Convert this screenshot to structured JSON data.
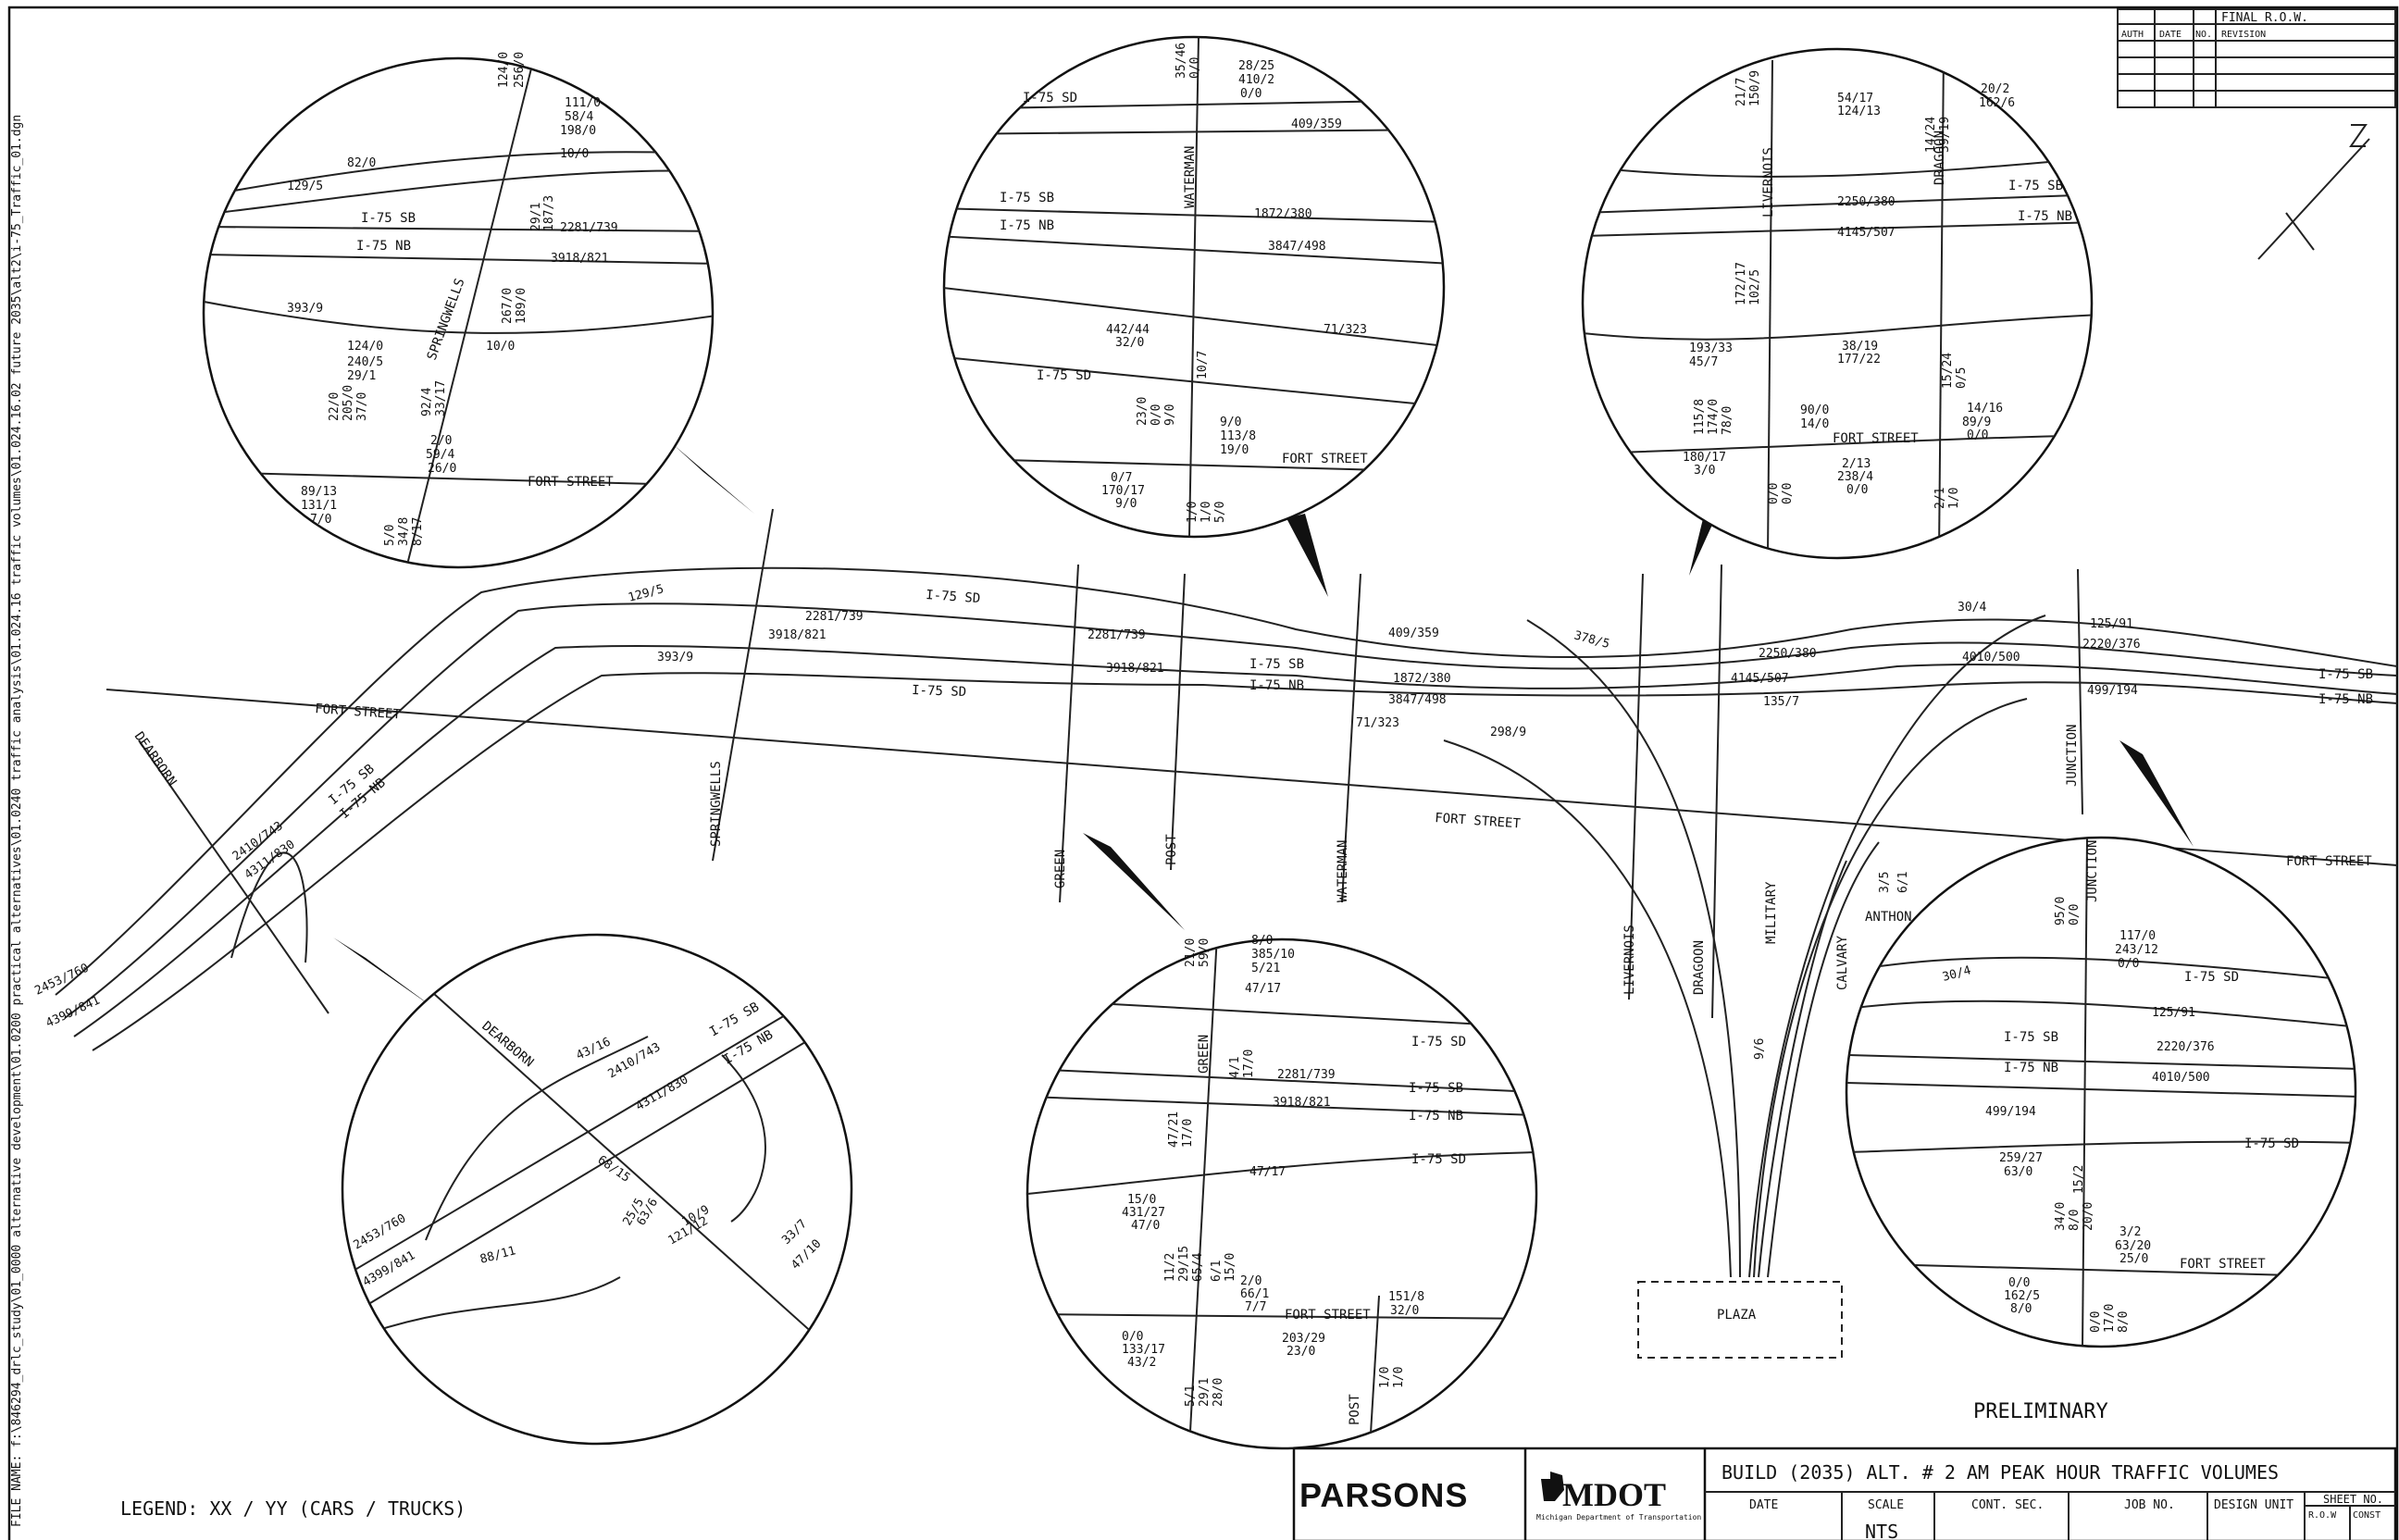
{
  "sheet_path": "FILE NAME: f:\\846294_drlc_study\\01_0000 alternative development\\01.0200 practical alternatives\\01.0240 traffic analysis\\01.024.16 traffic volumes\\01.024.16.02 future 2035\\alt2\\i-75_Traffic_01.dgn",
  "legend": "LEGEND: XX / YY (CARS / TRUCKS)",
  "stamp": "PRELIMINARY",
  "revision_block": {
    "row1": "FINAL R.O.W.",
    "auth": "AUTH",
    "date": "DATE",
    "no": "NO.",
    "revision": "REVISION"
  },
  "title_block": {
    "title": "BUILD (2035) ALT. # 2 AM PEAK HOUR TRAFFIC VOLUMES",
    "firm": "PARSONS",
    "agency": "MDOT",
    "agency_sub": "Michigan Department of Transportation",
    "cols": [
      "DATE",
      "SCALE",
      "CONT. SEC.",
      "JOB NO.",
      "DESIGN UNIT",
      "SHEET NO."
    ],
    "scale_value": "NTS",
    "sheet_sub": [
      "R.O.W",
      "CONST"
    ]
  },
  "main_map": {
    "roads": {
      "i75sd_1": "I-75 SD",
      "i75sd_2": "I-75 SD",
      "i75sb": "I-75 SB",
      "i75nb": "I-75 NB",
      "i75sb_e": "I-75 SB",
      "i75nb_e": "I-75 NB",
      "i75sb_w": "I-75 SB",
      "i75nb_w": "I-75 NB",
      "fort_w": "FORT STREET",
      "fort_c": "FORT STREET",
      "fort_e": "FORT STREET",
      "dearborn": "DEARBORN",
      "springwells": "SPRINGWELLS",
      "green": "GREEN",
      "post": "POST",
      "waterman": "WATERMAN",
      "livernois": "LIVERNOIS",
      "dragoon": "DRAGOON",
      "military": "MILITARY",
      "calvary": "CALVARY",
      "anthon": "ANTHON",
      "junction": "JUNCTION",
      "plaza": "PLAZA"
    },
    "volumes": {
      "v1": "2453/760",
      "v2": "4399/841",
      "v3": "2410/743",
      "v4": "4311/830",
      "v5": "129/5",
      "v6": "2281/739",
      "v7": "3918/821",
      "v8": "393/9",
      "v9": "2281/739",
      "v10": "3918/821",
      "v11": "409/359",
      "v12": "1872/380",
      "v13": "3847/498",
      "v14": "71/323",
      "v15": "378/5",
      "v16": "298/9",
      "v17": "2250/380",
      "v18": "4145/507",
      "v19": "135/7",
      "v20": "30/4",
      "v21": "125/91",
      "v22": "2220/376",
      "v23": "4010/500",
      "v24": "499/194",
      "v25": "3/5",
      "v26": "6/1",
      "v27": "9/6"
    }
  },
  "insets": {
    "springwells": {
      "roads": [
        "I-75 SB",
        "I-75 NB",
        "SPRINGWELLS",
        "FORT STREET"
      ],
      "volumes": [
        "124/0",
        "256/0",
        "111/0",
        "58/4",
        "198/0",
        "10/0",
        "82/0",
        "129/5",
        "29/1",
        "187/3",
        "2281/739",
        "3918/821",
        "267/0",
        "189/0",
        "393/9",
        "10/0",
        "124/0",
        "240/5",
        "29/1",
        "22/0",
        "205/0",
        "37/0",
        "92/4",
        "33/17",
        "2/0",
        "59/4",
        "26/0",
        "89/13",
        "131/1",
        "7/0",
        "5/0",
        "34/8",
        "8/17"
      ]
    },
    "waterman": {
      "roads": [
        "I-75 SD",
        "I-75 SB",
        "I-75 NB",
        "WATERMAN",
        "I-75 SD",
        "FORT STREET"
      ],
      "volumes": [
        "35/46",
        "0/0",
        "28/25",
        "410/2",
        "0/0",
        "409/359",
        "1872/380",
        "3847/498",
        "71/323",
        "442/44",
        "32/0",
        "10/7",
        "23/0",
        "0/0",
        "9/0",
        "9/0",
        "113/8",
        "19/0",
        "0/7",
        "170/17",
        "9/0",
        "1/0",
        "1/0",
        "5/0"
      ]
    },
    "livernois": {
      "roads": [
        "LIVERNOIS",
        "DRAGOON",
        "I-75 SB",
        "I-75 NB",
        "FORT STREET"
      ],
      "volumes": [
        "21/7",
        "150/9",
        "54/17",
        "124/13",
        "20/2",
        "162/6",
        "14/24",
        "39/19",
        "2250/380",
        "4145/507",
        "172/17",
        "102/5",
        "193/33",
        "45/7",
        "38/19",
        "177/22",
        "15/24",
        "0/5",
        "115/8",
        "174/0",
        "78/0",
        "90/0",
        "14/0",
        "14/16",
        "89/9",
        "0/0",
        "180/17",
        "3/0",
        "2/13",
        "238/4",
        "0/0",
        "0/0",
        "0/0",
        "2/1",
        "1/0"
      ]
    },
    "dearborn": {
      "roads": [
        "DEARBORN",
        "I-75 SB",
        "I-75 NB"
      ],
      "volumes": [
        "43/16",
        "2410/743",
        "4311/830",
        "68/15",
        "25/5",
        "63/6",
        "10/9",
        "121/12",
        "33/7",
        "47/10",
        "2453/760",
        "4399/841",
        "88/11"
      ]
    },
    "green_post": {
      "roads": [
        "GREEN",
        "POST",
        "I-75 SD",
        "I-75 SB",
        "I-75 NB",
        "I-75 SD",
        "FORT STREET"
      ],
      "volumes": [
        "21/0",
        "59/0",
        "8/0",
        "385/10",
        "5/21",
        "47/17",
        "4/1",
        "17/0",
        "2281/739",
        "3918/821",
        "47/21",
        "17/0",
        "47/17",
        "15/0",
        "431/27",
        "47/0",
        "6/1",
        "15/0",
        "11/2",
        "29/15",
        "65/4",
        "2/0",
        "66/1",
        "7/7",
        "151/8",
        "32/0",
        "0/0",
        "133/17",
        "43/2",
        "5/1",
        "29/1",
        "28/0",
        "203/29",
        "23/0",
        "1/0",
        "1/0"
      ]
    },
    "junction": {
      "roads": [
        "JUNCTION",
        "I-75 SD",
        "I-75 SB",
        "I-75 NB",
        "I-75 SD",
        "FORT STREET"
      ],
      "volumes": [
        "95/0",
        "0/0",
        "117/0",
        "243/12",
        "0/0",
        "30/4",
        "125/91",
        "2220/376",
        "4010/500",
        "499/194",
        "259/27",
        "63/0",
        "15/2",
        "34/0",
        "8/0",
        "20/0",
        "3/2",
        "63/20",
        "25/0",
        "0/0",
        "162/5",
        "8/0",
        "0/0",
        "17/0",
        "8/0"
      ]
    }
  },
  "colors": {
    "ink": "#111111",
    "paper": "#ffffff"
  },
  "icons": {
    "north": "north-arrow-icon",
    "logo": "michigan-outline-icon"
  }
}
